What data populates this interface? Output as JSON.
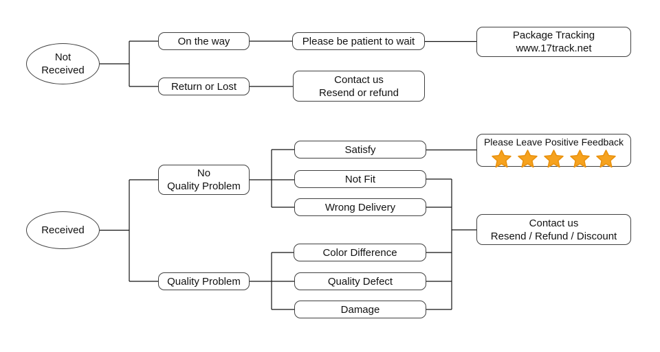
{
  "flowchart": {
    "colors": {
      "background": "#ffffff",
      "text": "#111111",
      "box_border": "#3f3f3f",
      "line": "#111111",
      "star_fill": "#F6A21E",
      "star_stroke": "#E9920F"
    },
    "nodes": {
      "not_received": "Not\nReceived",
      "on_the_way": "On the way",
      "return_or_lost": "Return or Lost",
      "be_patient": "Please be patient to wait",
      "package_tracking": "Package Tracking\nwww.17track.net",
      "contact_resend_refund": "Contact us\nResend or refund",
      "received": "Received",
      "no_quality_problem": "No\nQuality Problem",
      "quality_problem": "Quality Problem",
      "satisfy": "Satisfy",
      "not_fit": "Not Fit",
      "wrong_delivery": "Wrong Delivery",
      "color_difference": "Color Difference",
      "quality_defect": "Quality Defect",
      "damage": "Damage",
      "positive_feedback": "Please Leave Positive Feedback",
      "contact_resend_refund_discount": "Contact us\nResend / Refund / Discount"
    },
    "feedback": {
      "star_count": 5
    }
  }
}
